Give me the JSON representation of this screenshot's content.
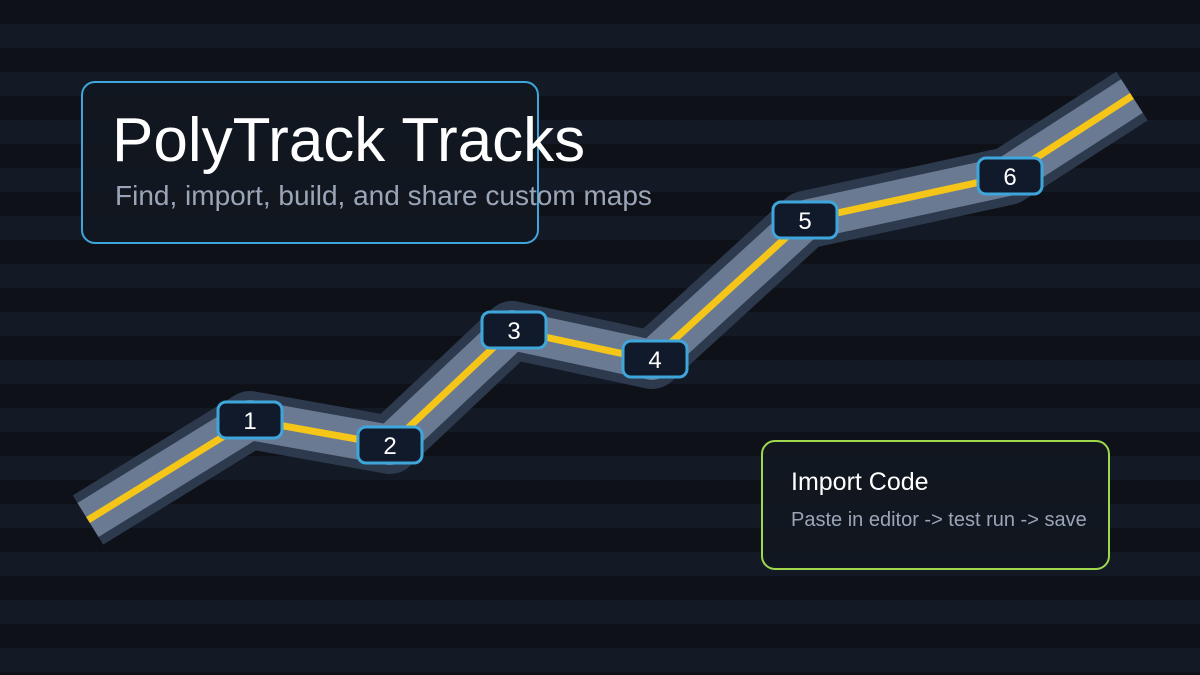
{
  "header": {
    "title": "PolyTrack Tracks",
    "subtitle": "Find, import, build, and share custom maps"
  },
  "track": {
    "checkpoints": [
      {
        "label": "1"
      },
      {
        "label": "2"
      },
      {
        "label": "3"
      },
      {
        "label": "4"
      },
      {
        "label": "5"
      },
      {
        "label": "6"
      }
    ]
  },
  "import_card": {
    "title": "Import Code",
    "description": "Paste in editor -> test run -> save"
  },
  "colors": {
    "background": "#0e1118",
    "background_stripe": "#131a26",
    "track_border": "#2d3a4d",
    "track_surface": "#6b7a93",
    "center_line": "#f5c518",
    "checkpoint_border": "#3fa6dc",
    "checkpoint_fill": "#111a2a",
    "title_card_border": "#3fa6dc",
    "import_card_border": "#9fd84c"
  }
}
